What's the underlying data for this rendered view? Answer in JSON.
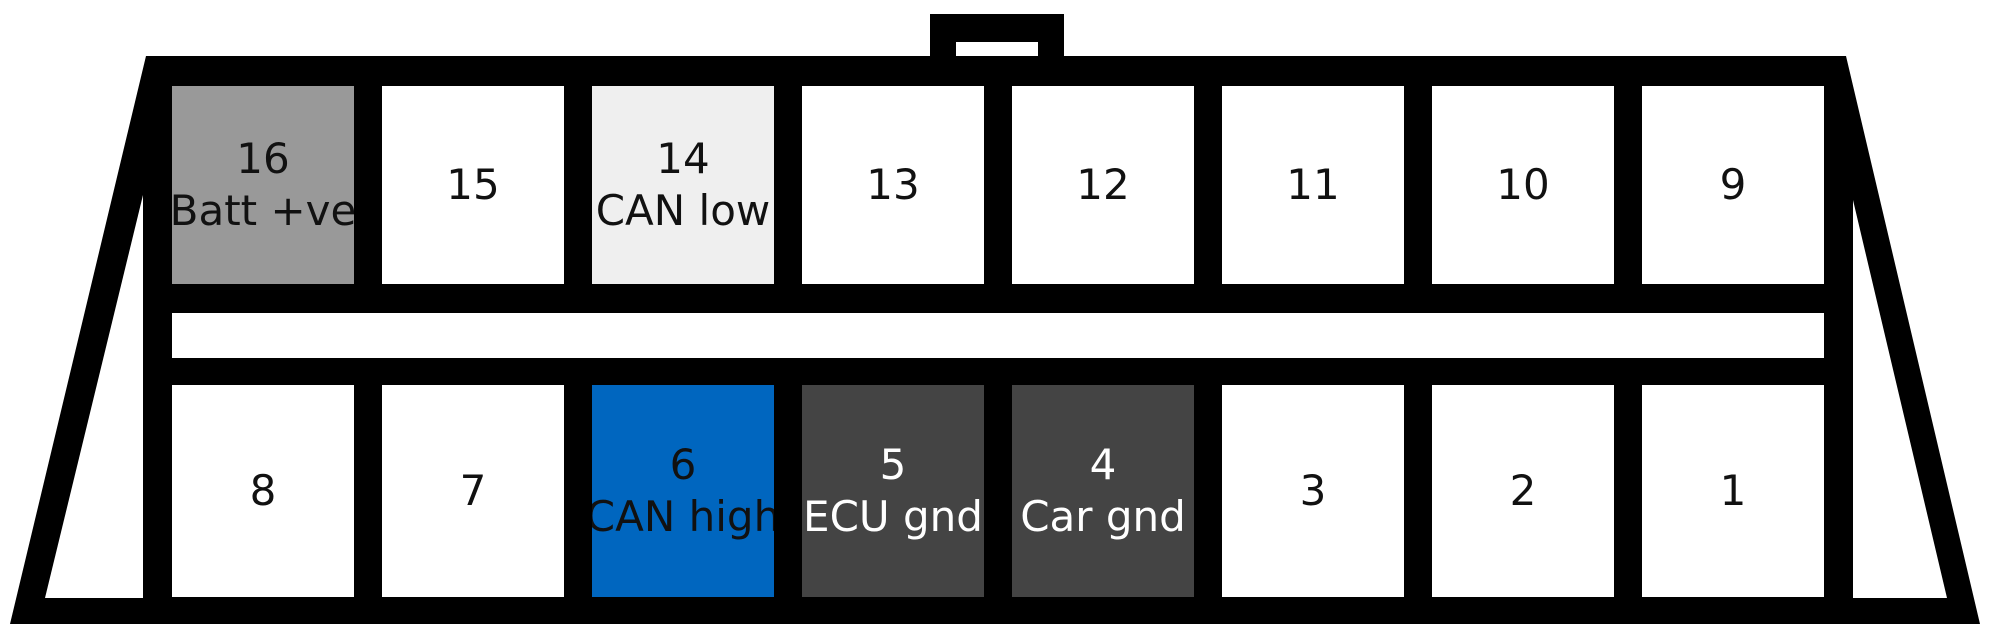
{
  "connector": {
    "top_row": [
      {
        "number": "16",
        "label": "Batt +ve",
        "fill": "#999999",
        "text_color": "#111111"
      },
      {
        "number": "15",
        "label": "",
        "fill": "#ffffff",
        "text_color": "#111111"
      },
      {
        "number": "14",
        "label": "CAN low",
        "fill": "#efefef",
        "text_color": "#111111"
      },
      {
        "number": "13",
        "label": "",
        "fill": "#ffffff",
        "text_color": "#111111"
      },
      {
        "number": "12",
        "label": "",
        "fill": "#ffffff",
        "text_color": "#111111"
      },
      {
        "number": "11",
        "label": "",
        "fill": "#ffffff",
        "text_color": "#111111"
      },
      {
        "number": "10",
        "label": "",
        "fill": "#ffffff",
        "text_color": "#111111"
      },
      {
        "number": "9",
        "label": "",
        "fill": "#ffffff",
        "text_color": "#111111"
      }
    ],
    "bottom_row": [
      {
        "number": "8",
        "label": "",
        "fill": "#ffffff",
        "text_color": "#111111"
      },
      {
        "number": "7",
        "label": "",
        "fill": "#ffffff",
        "text_color": "#111111"
      },
      {
        "number": "6",
        "label": "CAN high",
        "fill": "#0066bf",
        "text_color": "#111111"
      },
      {
        "number": "5",
        "label": "ECU gnd",
        "fill": "#444444",
        "text_color": "#ffffff"
      },
      {
        "number": "4",
        "label": "Car gnd",
        "fill": "#444444",
        "text_color": "#ffffff"
      },
      {
        "number": "3",
        "label": "",
        "fill": "#ffffff",
        "text_color": "#111111"
      },
      {
        "number": "2",
        "label": "",
        "fill": "#ffffff",
        "text_color": "#111111"
      },
      {
        "number": "1",
        "label": "",
        "fill": "#ffffff",
        "text_color": "#111111"
      }
    ],
    "outline_color": "#000000"
  }
}
